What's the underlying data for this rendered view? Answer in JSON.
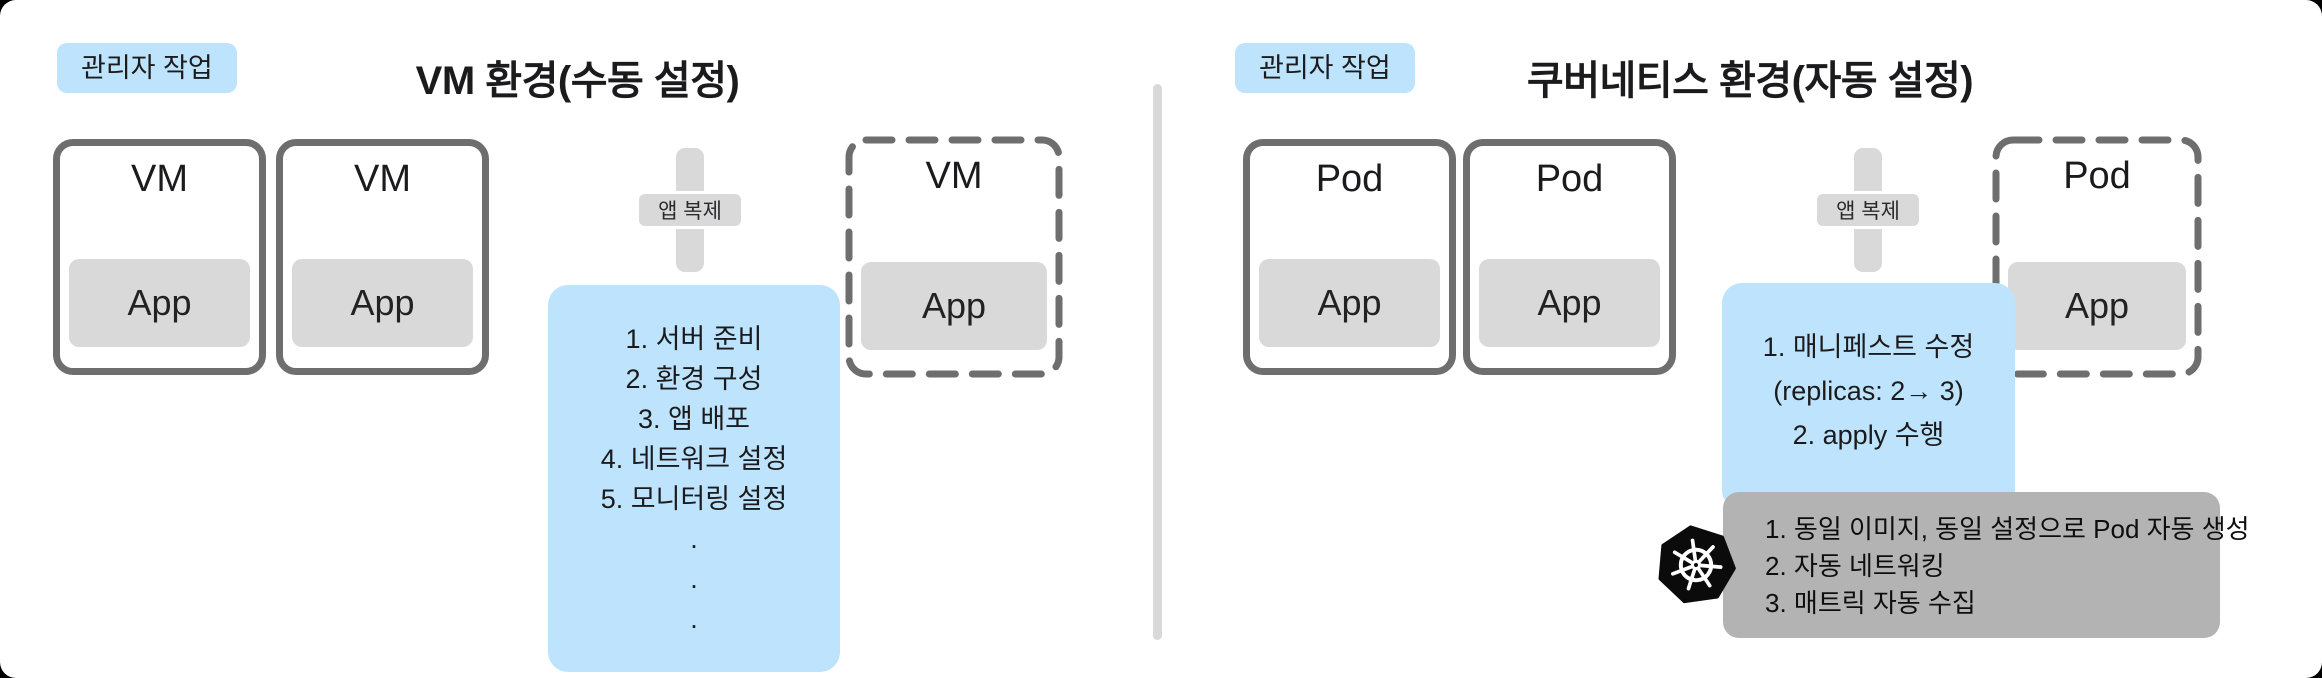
{
  "colors": {
    "accent_blue": "#bee3fc",
    "box_border_gray": "#6e6e6e",
    "fill_gray": "#d9d9d9",
    "auto_box_gray": "#b3b3b3",
    "text_dark": "#1b1b1d"
  },
  "left_panel": {
    "badge": "관리자 작업",
    "title": "VM 환경(수동 설정)",
    "machines": [
      {
        "label": "VM",
        "app": "App"
      },
      {
        "label": "VM",
        "app": "App"
      }
    ],
    "clone_label": "앱 복제",
    "dashed_machine": {
      "label": "VM",
      "app": "App"
    },
    "manual_steps": [
      "1. 서버 준비",
      "2. 환경 구성",
      "3. 앱 배포",
      "4. 네트워크 설정",
      "5. 모니터링 설정",
      ".",
      ".",
      "."
    ]
  },
  "right_panel": {
    "badge": "관리자 작업",
    "title": "쿠버네티스 환경(자동 설정)",
    "machines": [
      {
        "label": "Pod",
        "app": "App"
      },
      {
        "label": "Pod",
        "app": "App"
      }
    ],
    "clone_label": "앱 복제",
    "dashed_machine": {
      "label": "Pod",
      "app": "App"
    },
    "admin_steps": [
      "1. 매니페스트 수정",
      "(replicas: 2→ 3)",
      "2. apply 수행"
    ],
    "auto_box": {
      "icon": "kubernetes-logo",
      "lines": [
        "1. 동일 이미지, 동일 설정으로 Pod 자동 생성",
        "2. 자동 네트워킹",
        "3. 매트릭 자동 수집"
      ]
    }
  }
}
